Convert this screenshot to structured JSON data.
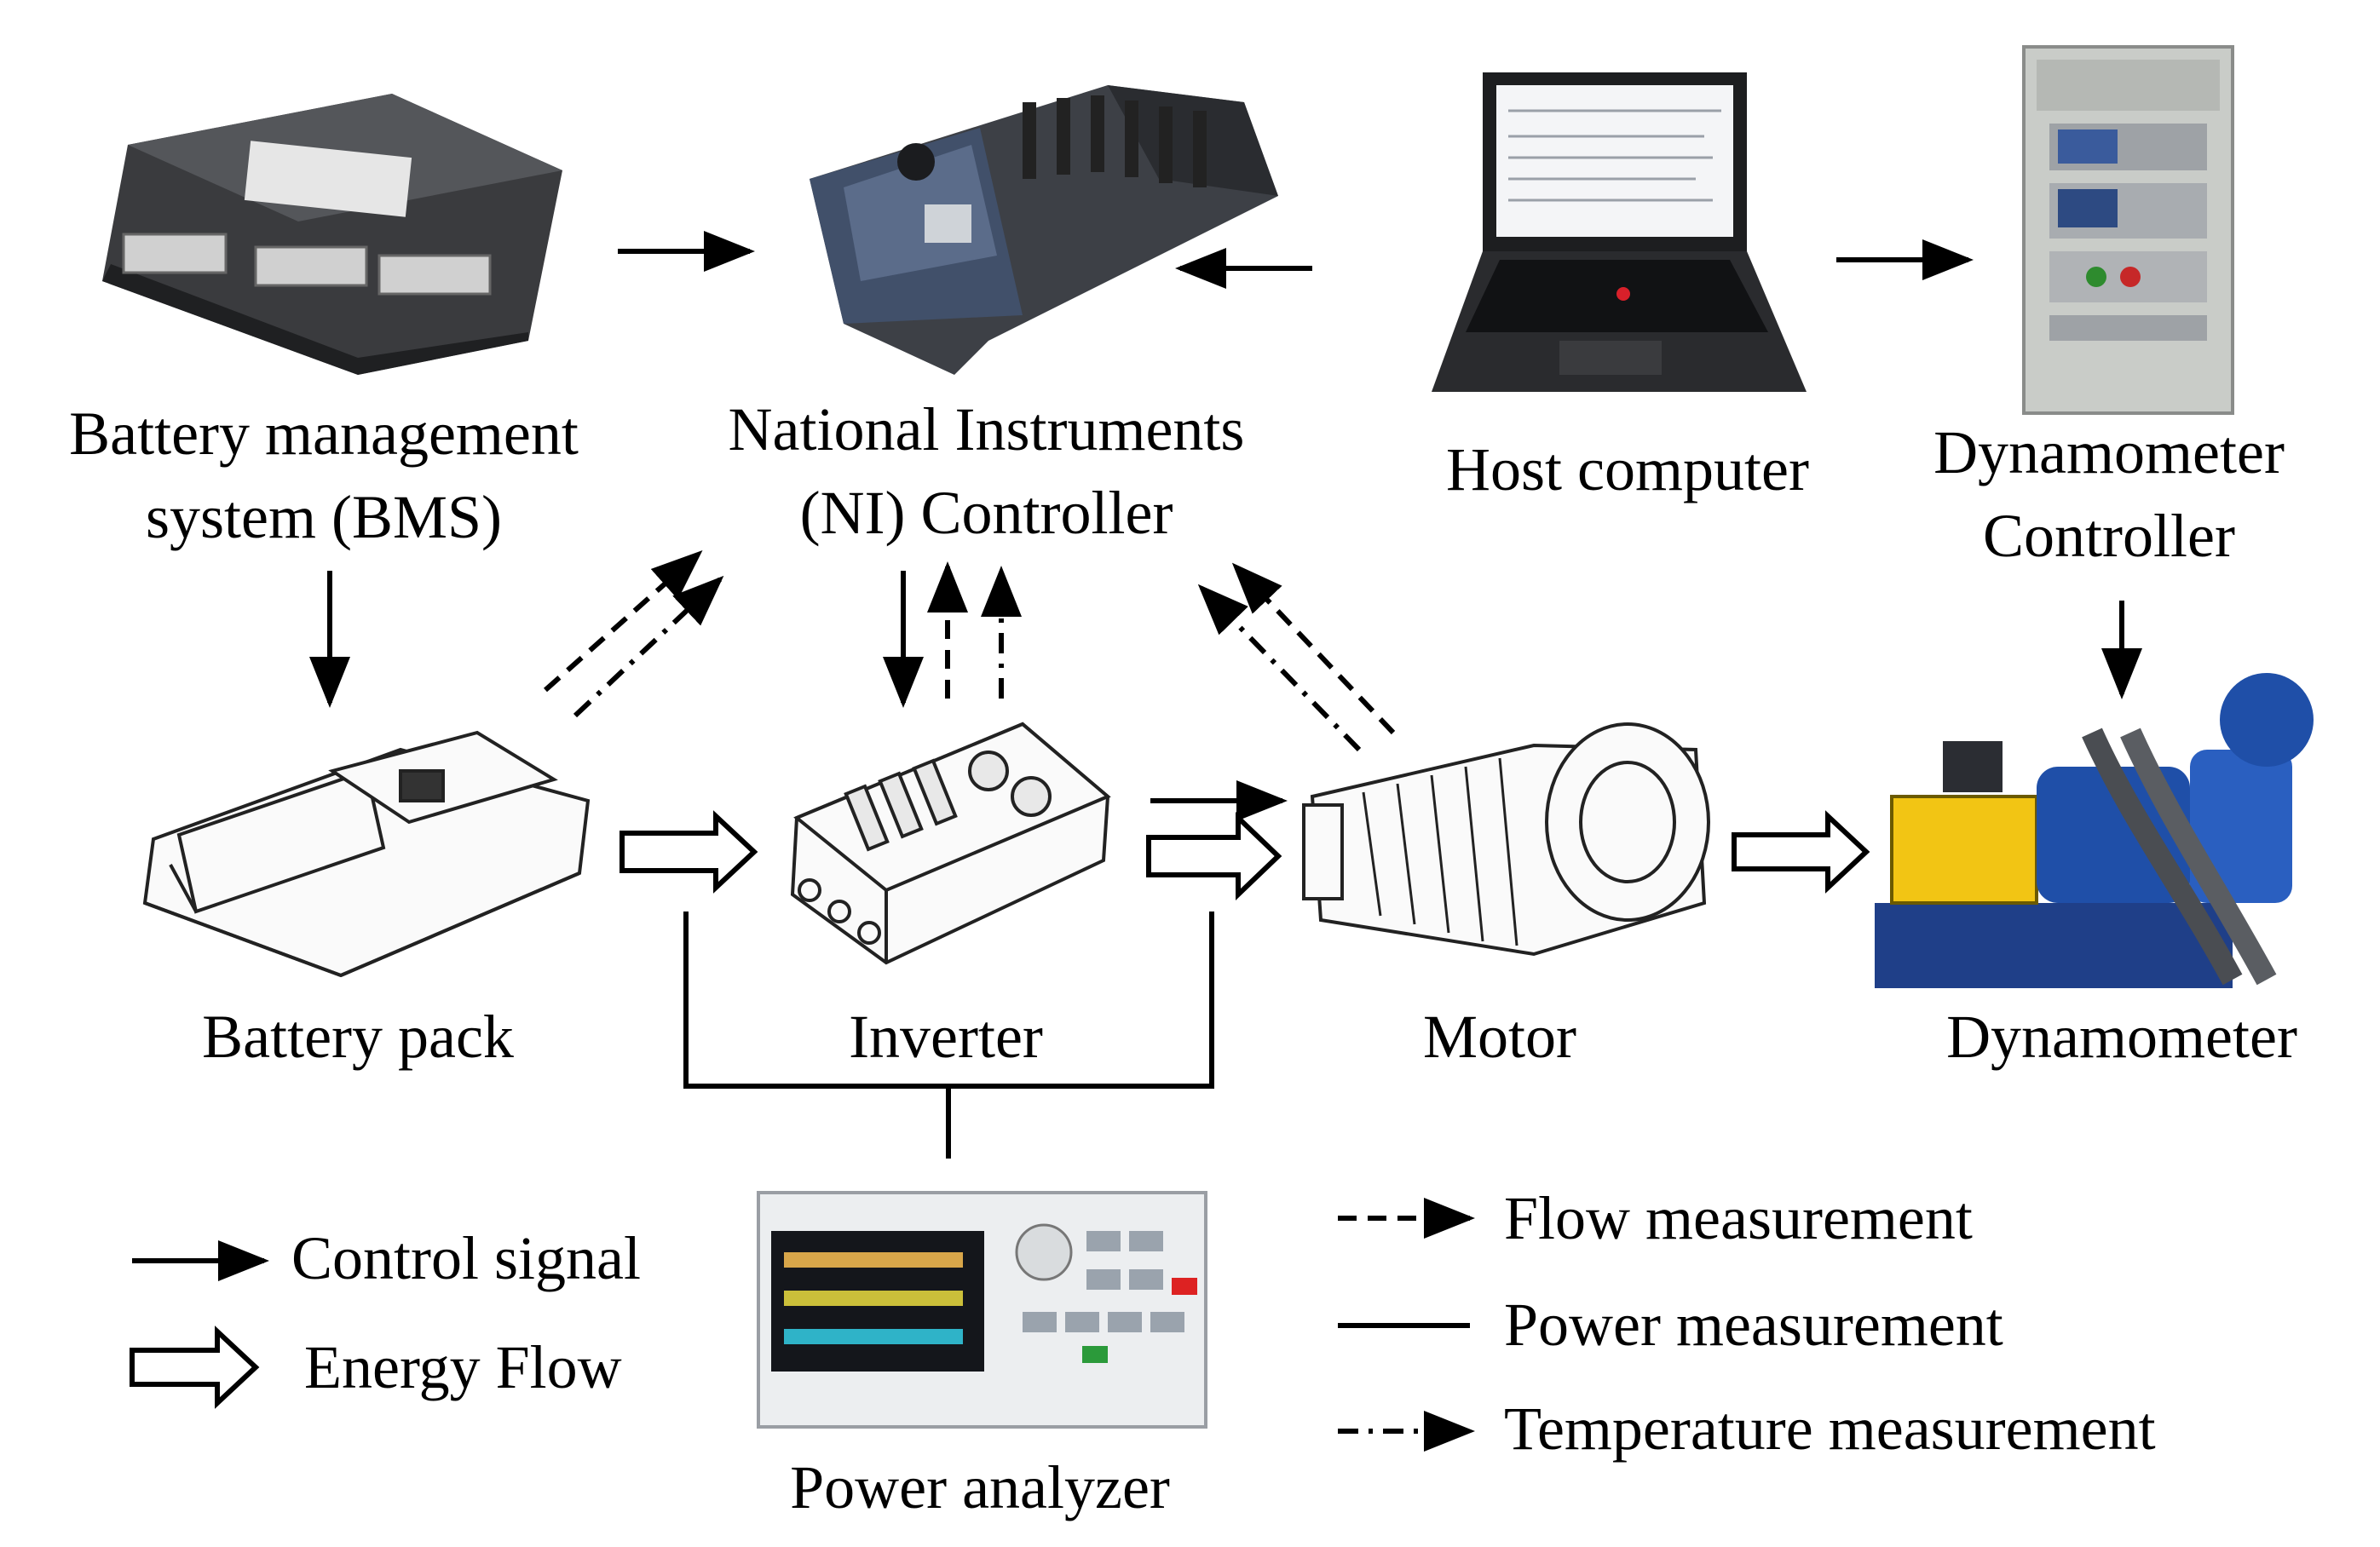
{
  "nodes": {
    "bms": {
      "line1": "Battery management",
      "line2": "system (BMS)"
    },
    "ni": {
      "line1": "National Instruments",
      "line2": "(NI) Controller"
    },
    "host": {
      "label": "Host computer"
    },
    "dyno_ctrl": {
      "line1": "Dynamometer",
      "line2": "Controller"
    },
    "battery": {
      "label": "Battery pack"
    },
    "inverter": {
      "label": "Inverter"
    },
    "motor": {
      "label": "Motor"
    },
    "dyno": {
      "label": "Dynamometer"
    },
    "analyzer": {
      "label": "Power analyzer"
    }
  },
  "legend": {
    "control": "Control signal",
    "energy": "Energy Flow",
    "flow": "Flow measurement",
    "power": "Power measurement",
    "temperature": "Temperature measurement"
  },
  "colors": {
    "line": "#000000",
    "device_dark": "#2f3033",
    "ni_blue": "#41506a",
    "dyno_blue": "#1f4fa8",
    "dyno_yellow": "#f2c514",
    "cabinet": "#c9ccc8"
  }
}
